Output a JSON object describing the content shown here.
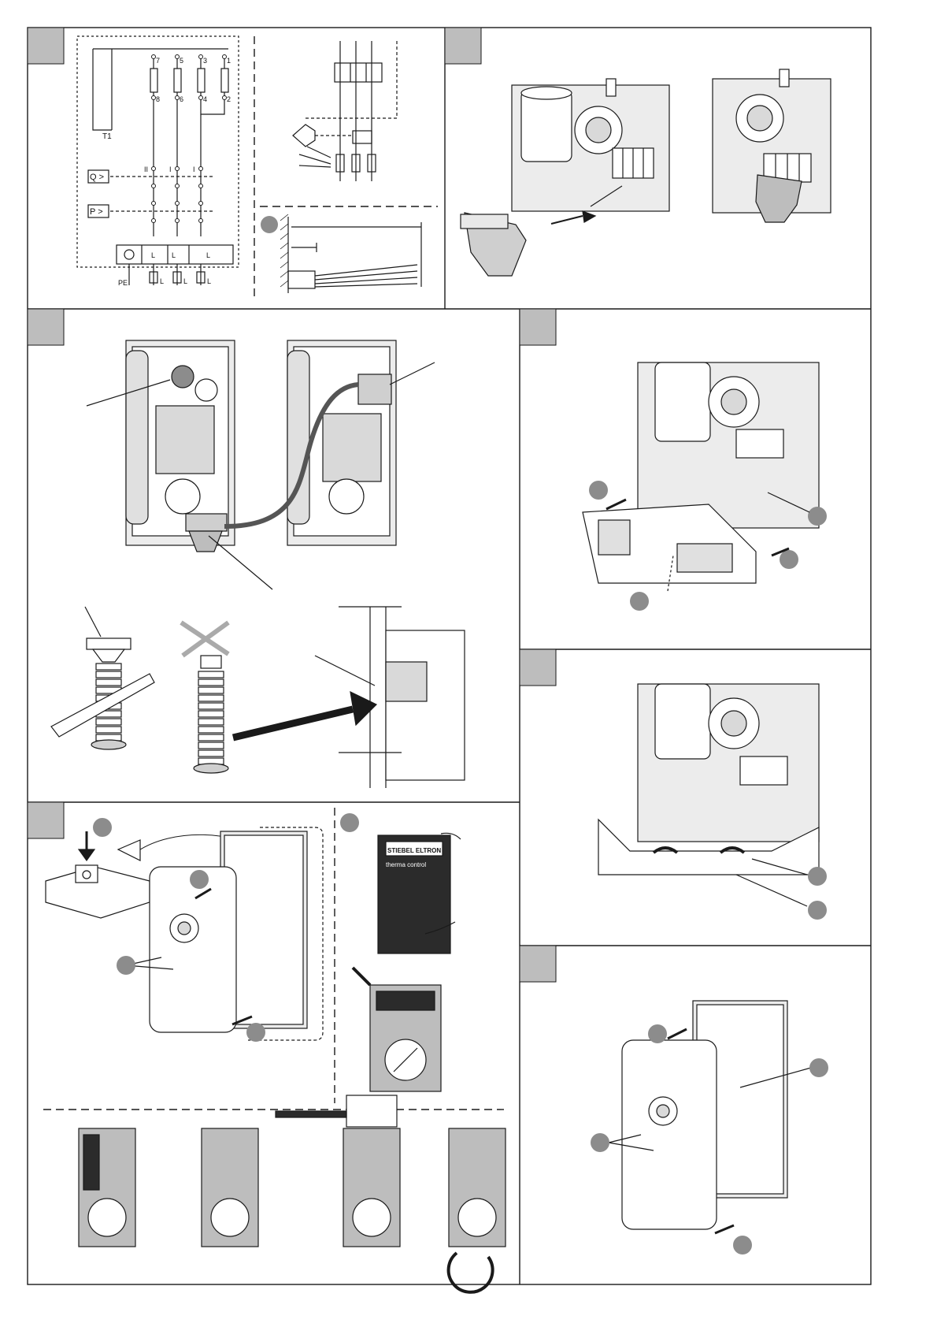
{
  "schematic": {
    "terminals_top": [
      "7",
      "5",
      "3",
      "1"
    ],
    "terminals_bottom": [
      "8",
      "6",
      "4",
      "2"
    ],
    "thermostat": "T1",
    "flow_switch": "Q >",
    "pressure_switch": "P >",
    "phase_marks": [
      "II",
      "I",
      "I"
    ],
    "block_labels": [
      "L",
      "L",
      "L"
    ],
    "earth_label": "PE",
    "line_labels": [
      "L",
      "L",
      "L"
    ]
  },
  "control_panel": {
    "brand": "STIEBEL ELTRON",
    "product": "therma control"
  },
  "colors": {
    "line": "#1a1a1a",
    "marker_fill": "#8c8c8c",
    "tab_fill": "#bdbdbd",
    "device_fill": "#ececec",
    "panel_fill": "#2b2b2b"
  }
}
